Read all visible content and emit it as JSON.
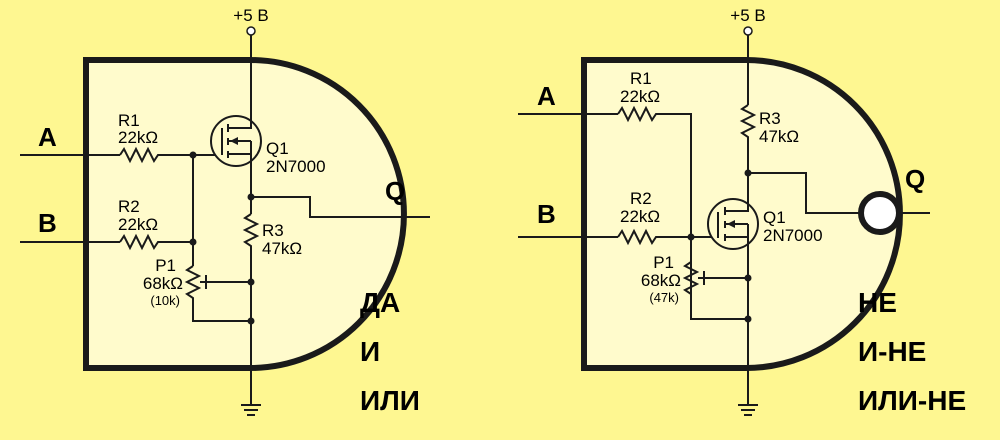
{
  "colors": {
    "background": "#fef791",
    "gate_fill": "#fffbcc",
    "line": "#1a1a1a"
  },
  "left": {
    "supply": "+5 В",
    "input_a": "A",
    "input_b": "B",
    "output": "Q",
    "r1_name": "R1",
    "r1_value": "22kΩ",
    "r2_name": "R2",
    "r2_value": "22kΩ",
    "r3_name": "R3",
    "r3_value": "47kΩ",
    "q1_name": "Q1",
    "q1_model": "2N7000",
    "p1_name": "P1",
    "p1_value": "68kΩ",
    "p1_alt": "(10k)",
    "functions": [
      "ДА",
      "И",
      "ИЛИ"
    ]
  },
  "right": {
    "supply": "+5 В",
    "input_a": "A",
    "input_b": "B",
    "output": "Q",
    "r1_name": "R1",
    "r1_value": "22kΩ",
    "r2_name": "R2",
    "r2_value": "22kΩ",
    "r3_name": "R3",
    "r3_value": "47kΩ",
    "q1_name": "Q1",
    "q1_model": "2N7000",
    "p1_name": "P1",
    "p1_value": "68kΩ",
    "p1_alt": "(47k)",
    "functions": [
      "НЕ",
      "И-НЕ",
      "ИЛИ-НЕ"
    ]
  }
}
